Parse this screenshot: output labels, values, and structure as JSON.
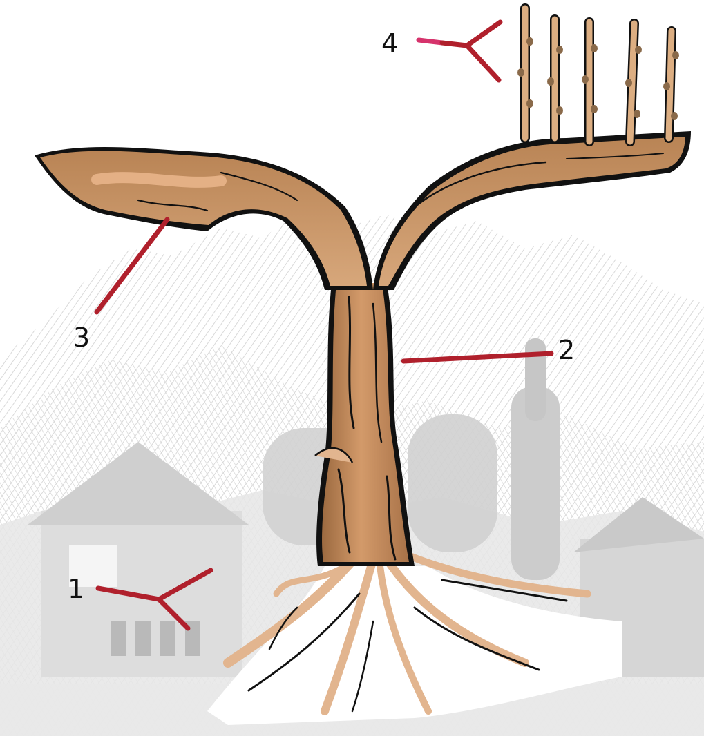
{
  "diagram": {
    "labels": [
      {
        "id": "1",
        "text": "1"
      },
      {
        "id": "2",
        "text": "2"
      },
      {
        "id": "3",
        "text": "3"
      },
      {
        "id": "4",
        "text": "4"
      }
    ],
    "colors": {
      "marker": "#b0202c",
      "marker_tip": "#d6336c",
      "bark_light": "#e2b58f",
      "bark_mid": "#c48a5a",
      "bark_dark": "#9c6a40",
      "outline": "#111111",
      "shoot": "#dcae82",
      "background_sketch": "#d9d9d9"
    }
  }
}
